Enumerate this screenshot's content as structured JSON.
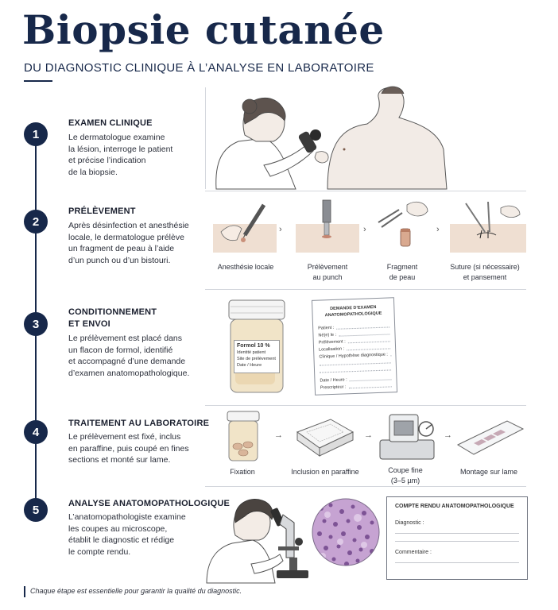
{
  "header": {
    "title": "Biopsie cutanée",
    "subtitle": "DU DIAGNOSTIC CLINIQUE À L’ANALYSE EN LABORATOIRE"
  },
  "steps": [
    {
      "number": "1",
      "title": "EXAMEN CLINIQUE",
      "body": [
        "Le dermatologue examine",
        "la lésion, interroge le patient",
        "et précise l’indication",
        "de la biopsie."
      ]
    },
    {
      "number": "2",
      "title": "PRÉLÈVEMENT",
      "body": [
        "Après désinfection et anesthésie",
        "locale, le dermatologue prélève",
        "un fragment de peau à l’aide",
        "d’un punch ou d’un bistouri."
      ],
      "panels": [
        [
          "Anesthésie locale"
        ],
        [
          "Prélèvement",
          "au punch"
        ],
        [
          "Fragment",
          "de peau"
        ],
        [
          "Suture (si nécessaire)",
          "et pansement"
        ]
      ]
    },
    {
      "number": "3",
      "title": [
        "CONDITIONNEMENT",
        "ET ENVOI"
      ],
      "body": [
        "Le prélèvement est placé dans",
        "un flacon de formol, identifié",
        "et accompagné d’une demande",
        "d’examen anatomopathologique."
      ],
      "jar_label": {
        "title": "Formol 10 %",
        "lines": [
          "Identité patient",
          "Site de prélèvement",
          "Date / Heure"
        ]
      },
      "form": {
        "title": [
          "DEMANDE D’EXAMEN",
          "ANATOMOPATHOLOGIQUE"
        ],
        "fields_a": [
          "Patient :",
          "Né(e) le :",
          "Prélèvement :",
          "Localisation :",
          "Clinique / Hypothèse diagnostique :"
        ],
        "fields_b": [
          "Date / Heure :",
          "Prescripteur :"
        ]
      }
    },
    {
      "number": "4",
      "title": "TRAITEMENT AU LABORATOIRE",
      "body": [
        "Le prélèvement est fixé, inclus",
        "en paraffine, puis coupé en fines",
        "sections et monté sur lame."
      ],
      "panels": [
        [
          "Fixation"
        ],
        [
          "Inclusion en paraffine"
        ],
        [
          "Coupe fine",
          "(3–5 µm)"
        ],
        [
          "Montage sur lame"
        ]
      ]
    },
    {
      "number": "5",
      "title": "ANALYSE ANATOMOPATHOLOGIQUE",
      "body": [
        "L’anatomopathologiste examine",
        "les coupes au microscope,",
        "établit le diagnostic et rédige",
        "le compte rendu."
      ],
      "report": {
        "title": "COMPTE RENDU ANATOMOPATHOLOGIQUE",
        "diagnostic_label": "Diagnostic :",
        "comment_label": "Commentaire :"
      }
    }
  ],
  "footer": "Chaque étape est essentielle pour garantir la qualité du diagnostic.",
  "colors": {
    "navy": "#17284a",
    "text": "#2b2f3a",
    "rule": "#d4d7dd",
    "tissue": "#a47ab8"
  },
  "arrow_glyph": "›",
  "arrow_glyph_lab": "→"
}
